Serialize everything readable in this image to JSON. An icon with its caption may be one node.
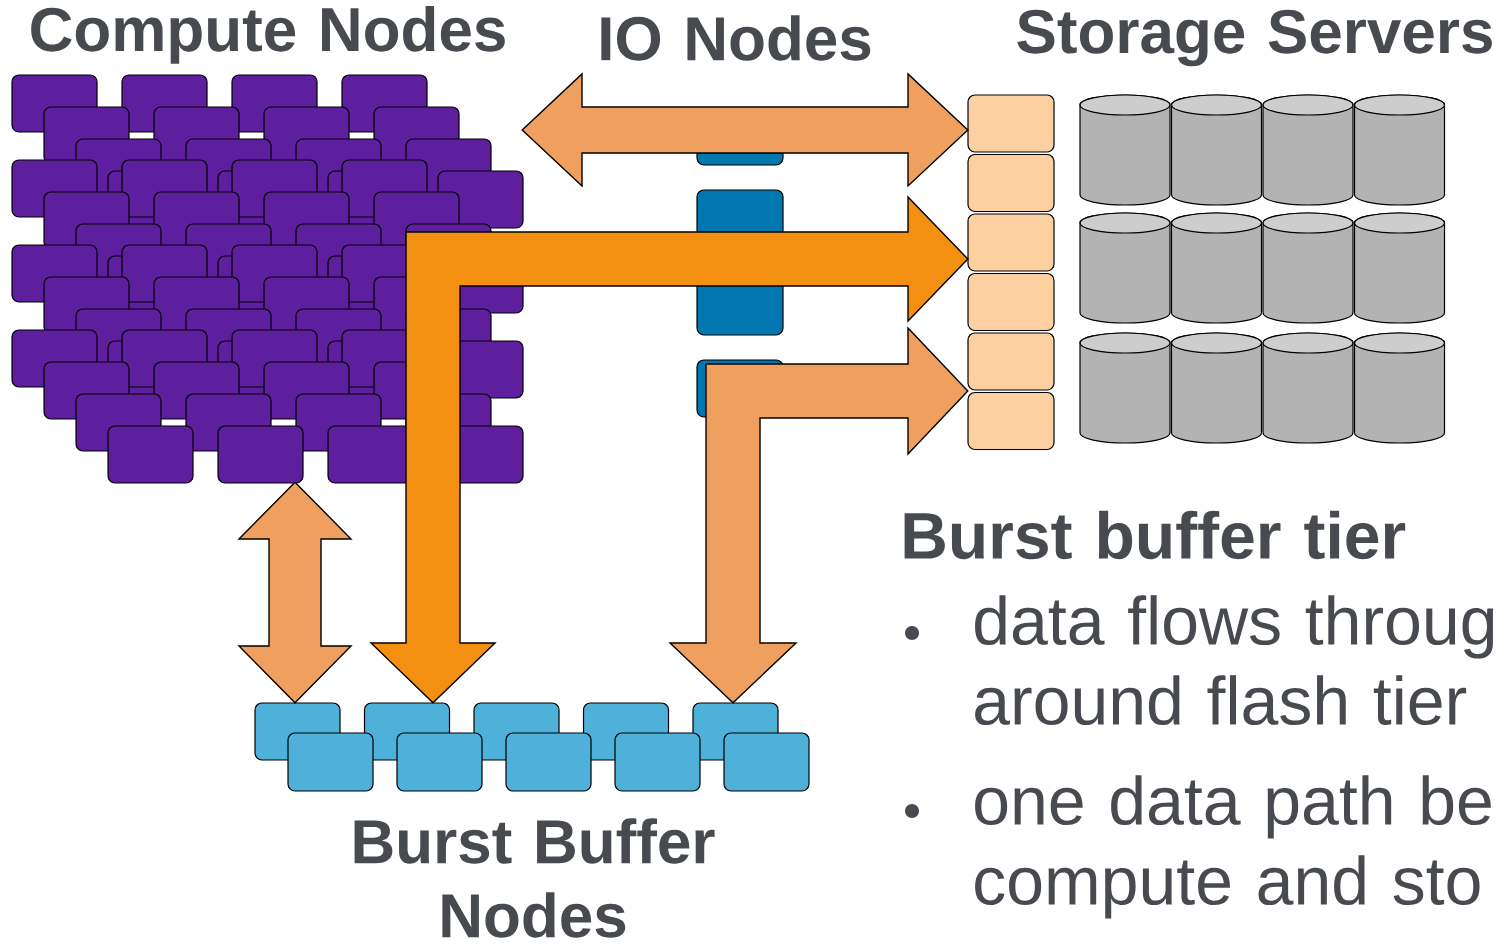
{
  "diagram": {
    "nodes": [
      {
        "text": [
          "Compute Nodes"
        ]
      },
      {
        "text": [
          "IO Nodes"
        ]
      },
      {
        "text": [
          "Storage Servers"
        ]
      },
      {
        "text": [
          "Burst Buffer Nodes"
        ]
      }
    ],
    "edges": [
      {
        "from": 0,
        "to": 2,
        "arrow": "both",
        "style": "thick"
      },
      {
        "from": 3,
        "to": 2,
        "arrow": "both",
        "style": "thick",
        "color": "#f39011"
      },
      {
        "from": 3,
        "to": 2,
        "arrow": "both",
        "style": "thick"
      },
      {
        "from": 0,
        "to": 3,
        "arrow": "both",
        "style": "thick"
      }
    ],
    "labels": [
      "Burst buffer tier",
      "data flows throug around flash tier",
      "one data path be compute and sto"
    ]
  }
}
